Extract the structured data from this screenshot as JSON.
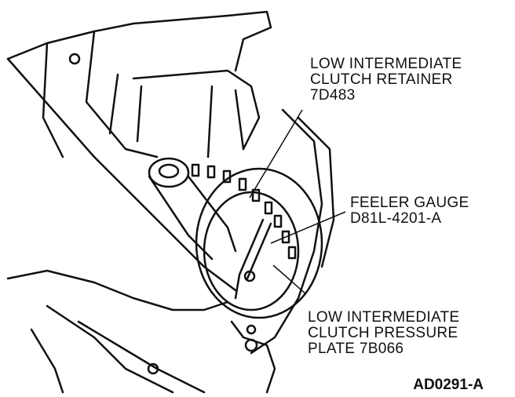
{
  "labels": {
    "retainer": {
      "line1": "LOW INTERMEDIATE",
      "line2": "CLUTCH RETAINER",
      "line3": "7D483"
    },
    "gauge": {
      "line1": "FEELER GAUGE",
      "line2": "D81L-4201-A"
    },
    "plate": {
      "line1": "LOW INTERMEDIATE",
      "line2": "CLUTCH PRESSURE",
      "line3": "PLATE 7B066"
    },
    "figure_code": "AD0291-A"
  },
  "colors": {
    "ink": "#111111",
    "paper": "#ffffff"
  }
}
